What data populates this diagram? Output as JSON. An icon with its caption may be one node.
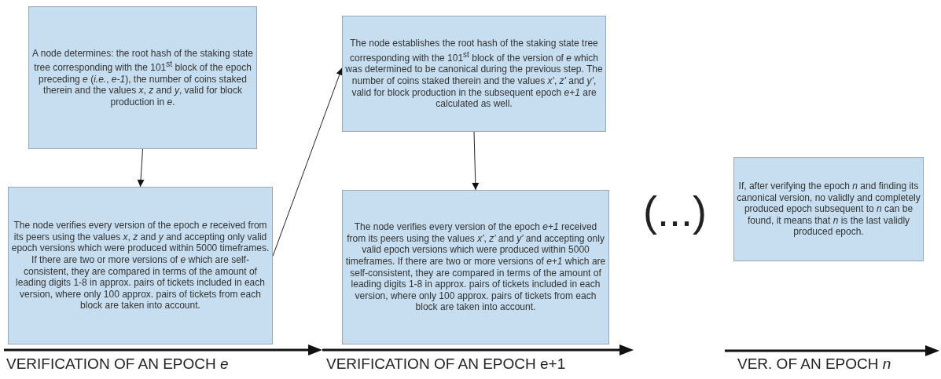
{
  "diagram": {
    "nodes": [
      {
        "text": [
          "A node determines: the root hash of the staking state tree corresponding with the 101$^{st}$ block of the epoch preceding *e* (*i.e.*, *e-1*), the number of coins staked therein and the values *x*, *z* and *y*, valid for block production in *e*."
        ]
      },
      {
        "text": [
          "The node verifies every version of the epoch *e* received from its peers using the values *x*, *z* and *y* and accepting only valid epoch versions which were produced within 5000 timeframes. If there are two or more versions of *e* which are self-consistent, they are compared in terms of the amount of leading digits 1-8 in approx. pairs of tickets included in each version, where only 100 approx. pairs of tickets from each block are taken into account."
        ]
      },
      {
        "text": [
          "The node establishes the root hash of the staking state tree corresponding with the 101$^{st}$ block of the version of *e* which was determined to be canonical during the previous step. The number of coins staked therein and the values *x'*, *z'* and *y'*, valid for block production in the subsequent epoch *e+1* are calculated as well."
        ]
      },
      {
        "text": [
          "The node verifies every version of the epoch *e+1* received from its peers using the values *x'*, *z'* and *y'* and accepting only valid epoch versions which were produced within 5000 timeframes. If there are two or more versions of *e+1* which are self-consistent, they are compared in terms of the amount of leading digits 1-8 in approx. pairs of tickets included in each version, where only 100 approx. pairs of tickets from each block are taken into account."
        ]
      },
      {
        "text": [
          "If, after verifying the epoch *n* and finding its canonical version, no validly and completely produced epoch subsequent to *n* can be found, it means that *n* is the last validly produced epoch."
        ]
      }
    ],
    "edges": [
      {
        "from": 0,
        "to": 1,
        "arrow": "to"
      },
      {
        "from": 1,
        "to": 2,
        "arrow": "to"
      },
      {
        "from": 2,
        "to": 3,
        "arrow": "to"
      }
    ],
    "labels": [
      "(...)",
      "VERIFICATION OF AN EPOCH *e*",
      "VERIFICATION OF AN EPOCH e+1",
      "VER. OF AN EPOCH *n*"
    ]
  }
}
